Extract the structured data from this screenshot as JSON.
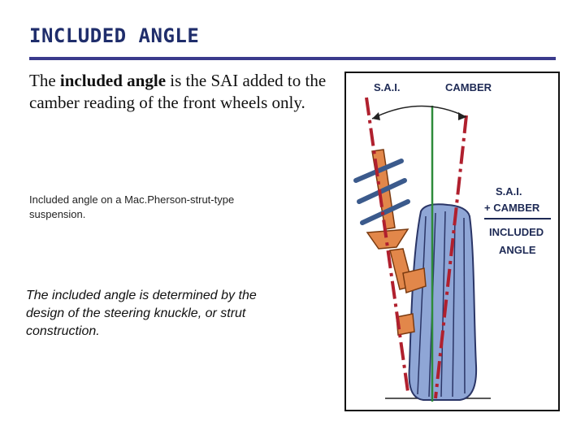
{
  "slide": {
    "title": "INCLUDED ANGLE",
    "body_pre": "The ",
    "body_bold": "included angle",
    "body_post": " is the SAI added to the camber reading of the front wheels only.",
    "caption_1": "Included angle on a Mac.Pherson-strut-type suspension.",
    "caption_2": "The included angle is determined by the design of the steering knuckle, or strut construction."
  },
  "figure": {
    "label_sai": "S.A.I.",
    "label_camber": "CAMBER",
    "label_sum_line1": "S.A.I.",
    "label_sum_line2": "+ CAMBER",
    "label_result_line1": "INCLUDED",
    "label_result_line2": "ANGLE",
    "colors": {
      "sai_line": "#b0202e",
      "vertical_line": "#2e8b3a",
      "tire": "#8fa6d6",
      "tire_stroke": "#2a3566",
      "strut": "#e2874a",
      "spring": "#3b5a8c",
      "label": "#1e2a55"
    }
  }
}
